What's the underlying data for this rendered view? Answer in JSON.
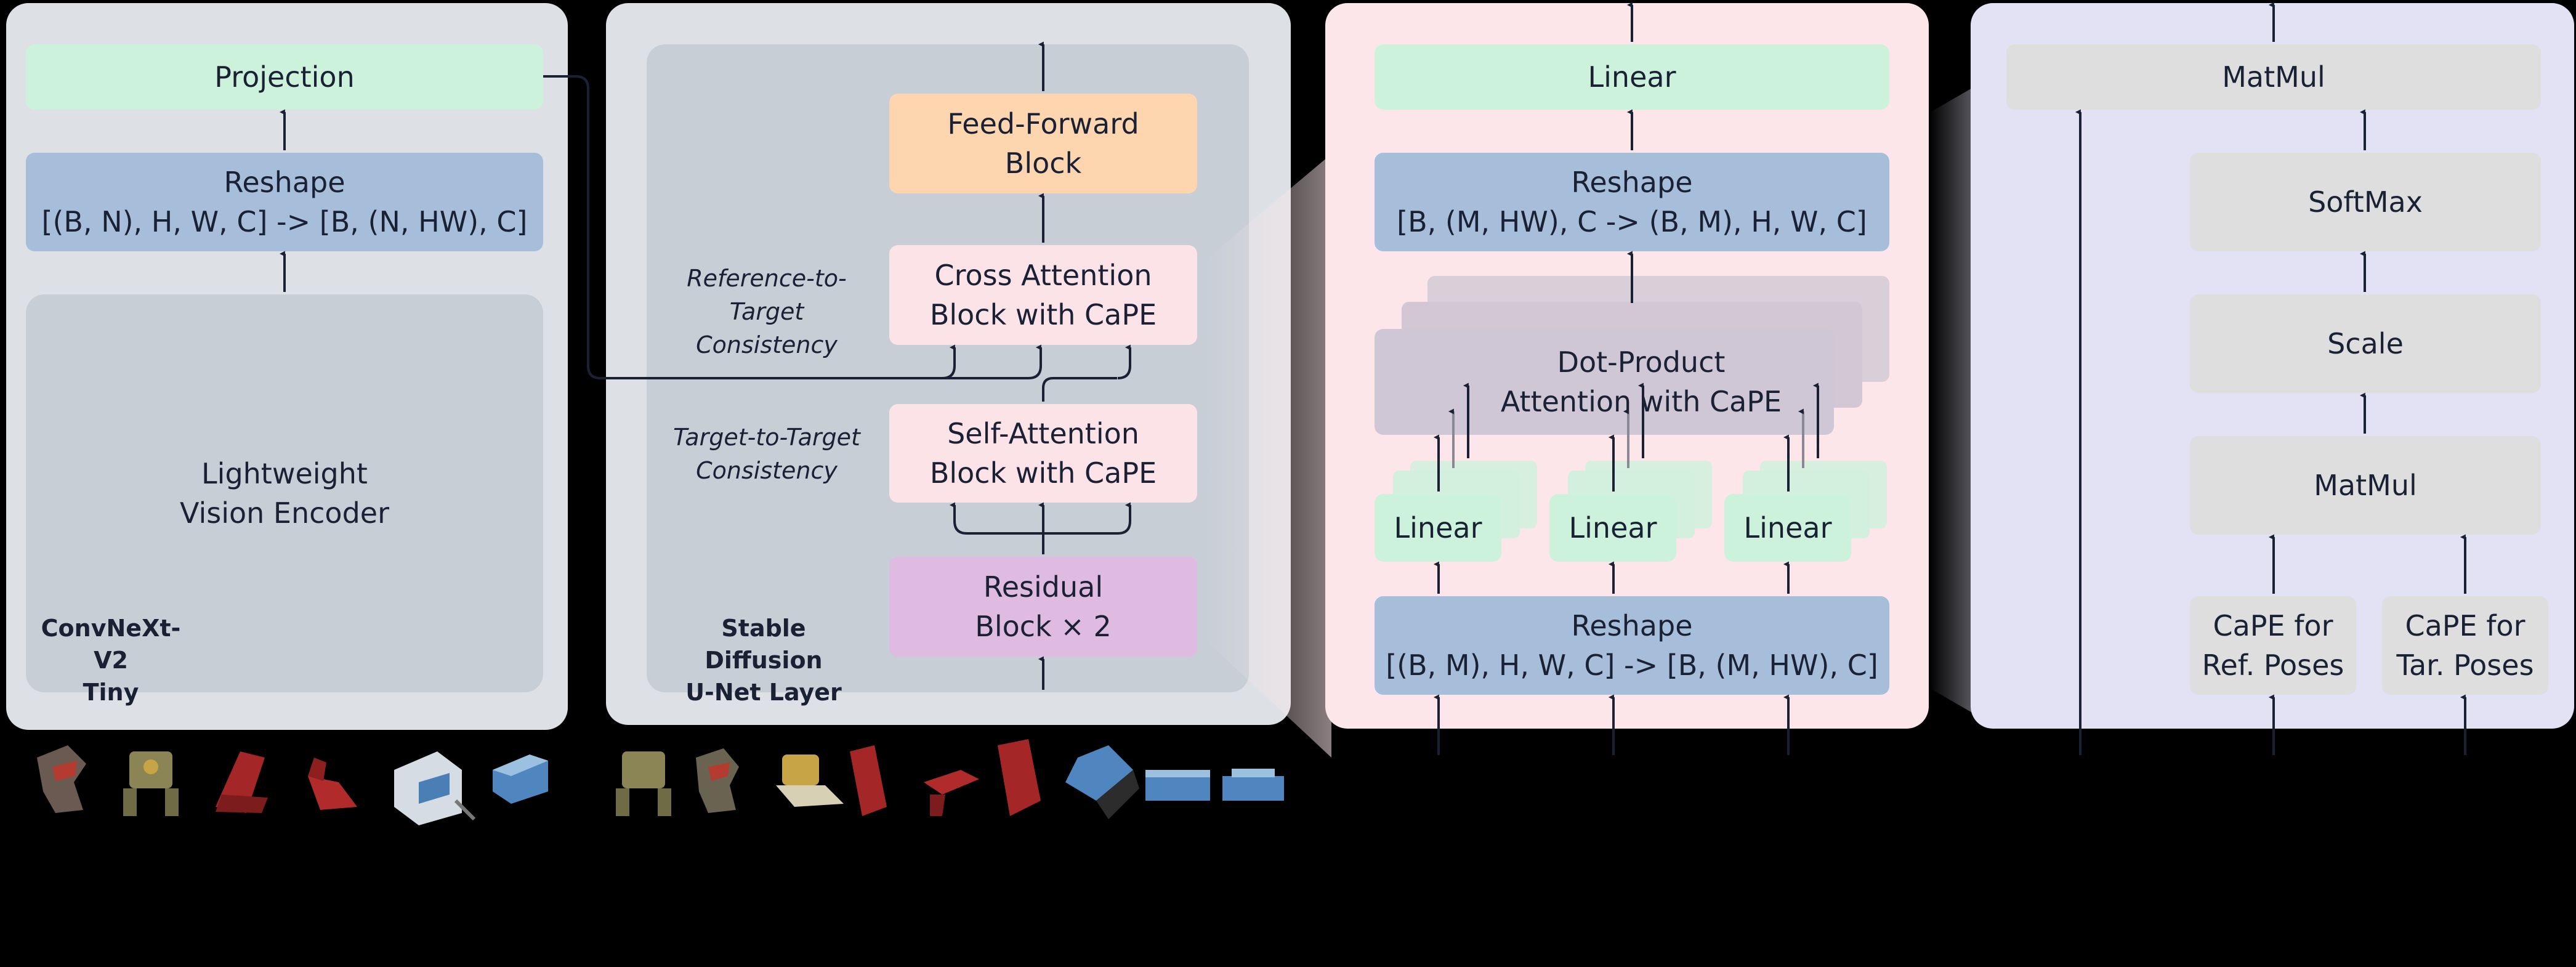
{
  "encoder": {
    "projection": "Projection",
    "reshape": "Reshape\n[(B, N), H, W, C] -> [B, (N, HW), C]",
    "vision_encoder": "Lightweight\nVision Encoder",
    "model_name": "ConvNeXt-V2\nTiny"
  },
  "unet": {
    "feed_forward": "Feed-Forward\nBlock",
    "cross_attention": "Cross Attention\nBlock with CaPE",
    "self_attention": "Self-Attention\nBlock with CaPE",
    "residual": "Residual\nBlock × 2",
    "ref_consistency": "Reference-to-Target\nConsistency",
    "tgt_consistency": "Target-to-Target\nConsistency",
    "layer_name": "Stable Diffusion\nU-Net Layer"
  },
  "attention": {
    "linear_top": "Linear",
    "reshape_top": "Reshape\n[B, (M, HW), C -> (B, M), H, W, C]",
    "dot_product": "Dot-Product\nAttention with CaPE",
    "linear_q": "Linear",
    "linear_k": "Linear",
    "linear_v": "Linear",
    "reshape_bottom": "Reshape\n[(B, M), H, W, C] -> [B, (M, HW), C]"
  },
  "dotproduct": {
    "matmul_top": "MatMul",
    "softmax": "SoftMax",
    "scale": "Scale",
    "matmul_bottom": "MatMul",
    "cape_ref": "CaPE for\nRef. Poses",
    "cape_tar": "CaPE for\nTar. Poses"
  },
  "colors": {
    "panel_grey": "#dde1e5",
    "inner_grey": "#c7ced6",
    "green": "#cdf2dc",
    "blue": "#a7bedb",
    "orange": "#fdd6b0",
    "pink_box": "#fce3e8",
    "violet": "#dfbbe1",
    "pink_panel": "#fde6ea",
    "lavender_panel": "#e3e1f4",
    "grey_box": "#dedede",
    "arrow": "#1b2135"
  }
}
